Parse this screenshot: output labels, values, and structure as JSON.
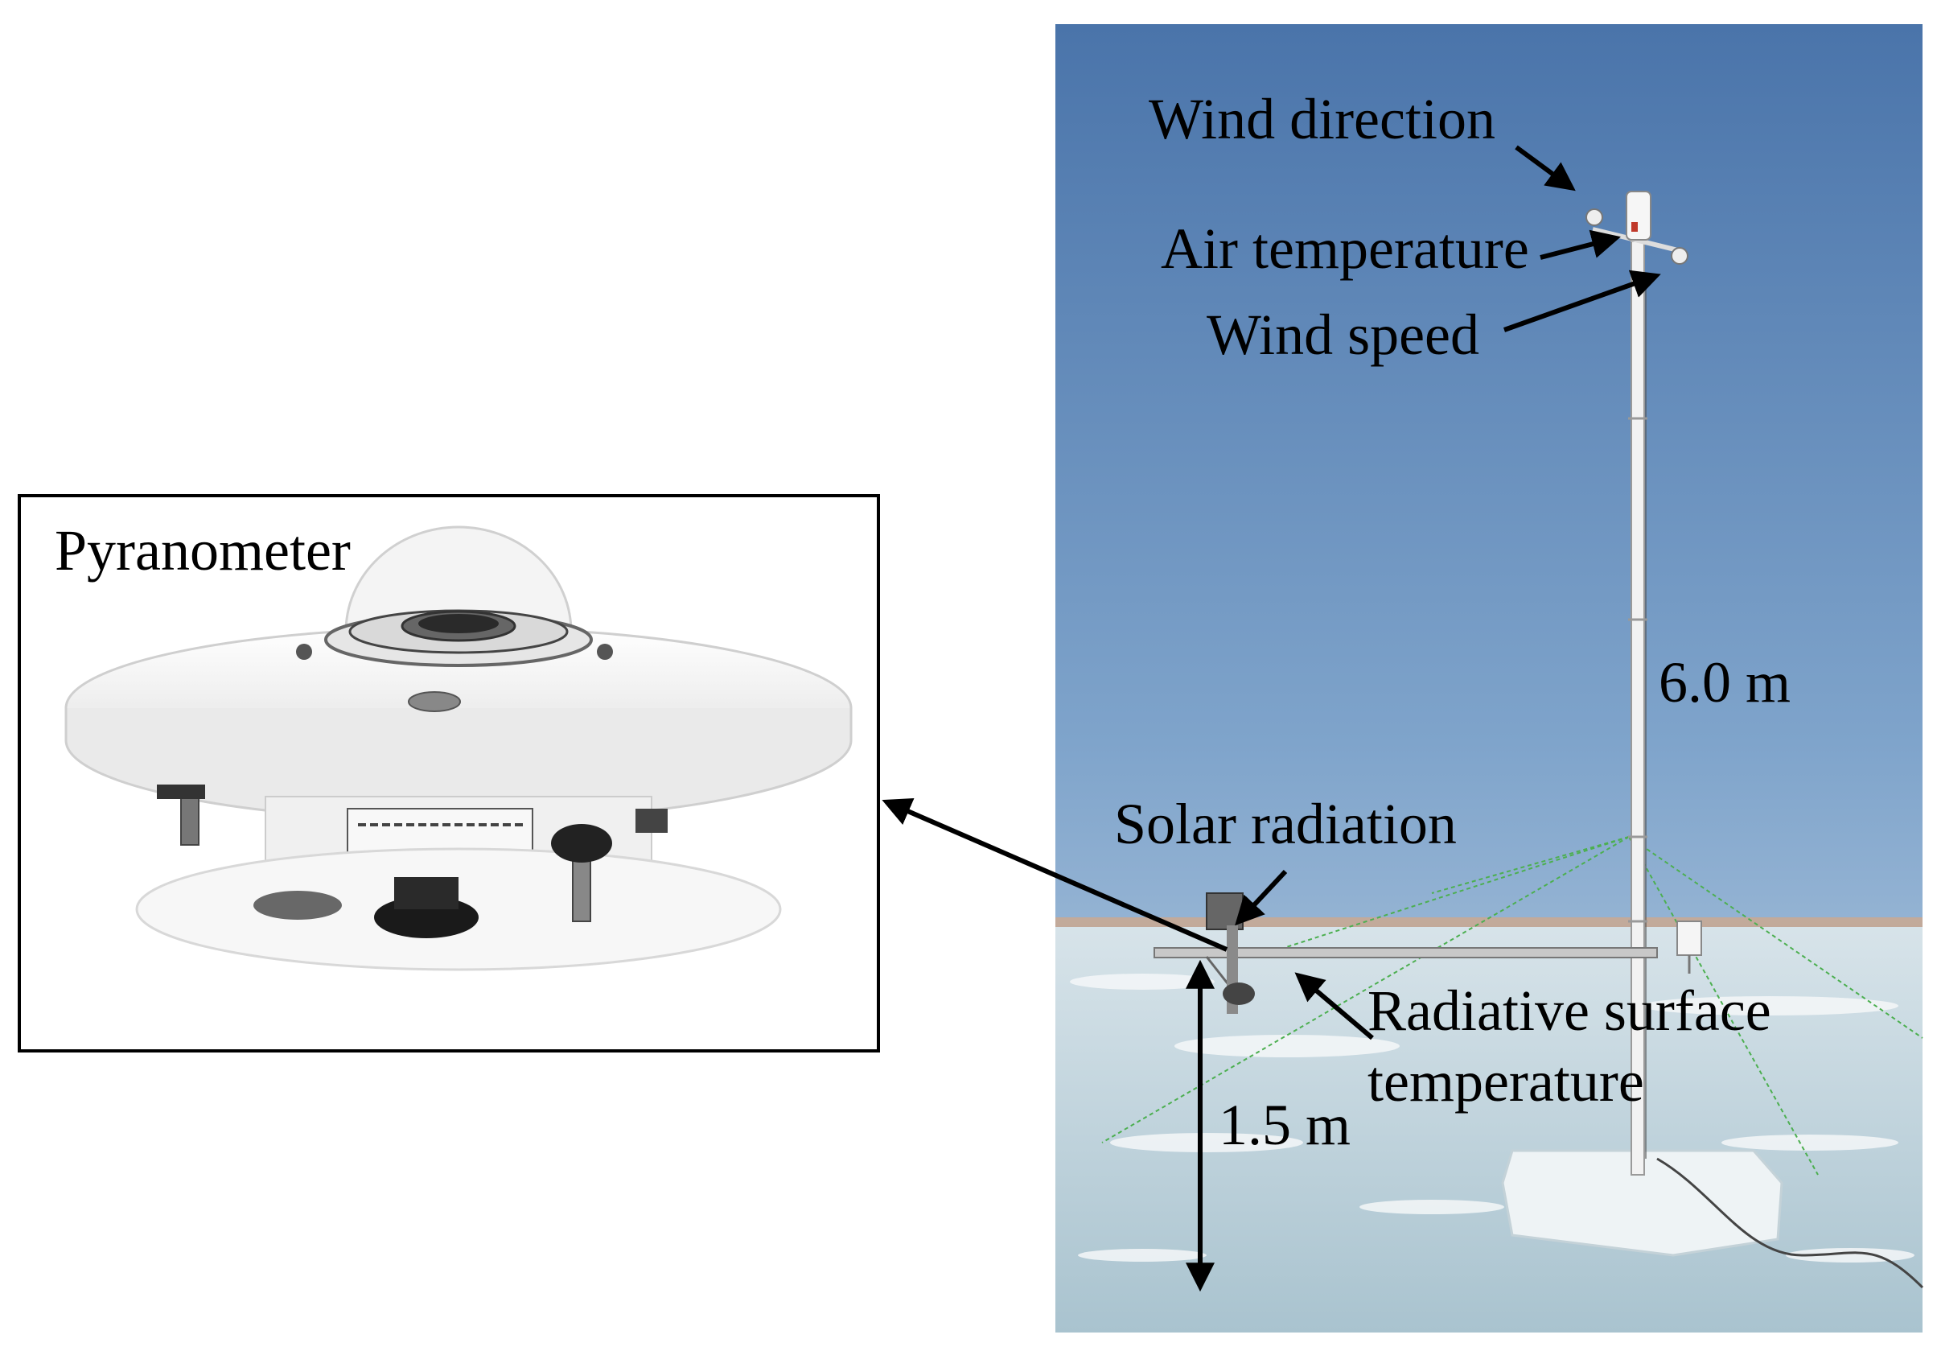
{
  "figure": {
    "inset_label": "Pyranometer",
    "labels": {
      "wind_direction": "Wind direction",
      "air_temperature": "Air temperature",
      "wind_speed": "Wind speed",
      "solar_radiation": "Solar radiation",
      "radiative_surface_line1": "Radiative surface",
      "radiative_surface_line2": "temperature",
      "mast_height": "6.0 m",
      "sensor_height": "1.5 m"
    },
    "colors": {
      "sky_top": "#4f79ad",
      "sky_bottom": "#b9cde0",
      "ice": "#c9dbe3",
      "mast": "#f2f2f2",
      "guy_wire": "#4caf50",
      "arrow": "#000000"
    }
  }
}
